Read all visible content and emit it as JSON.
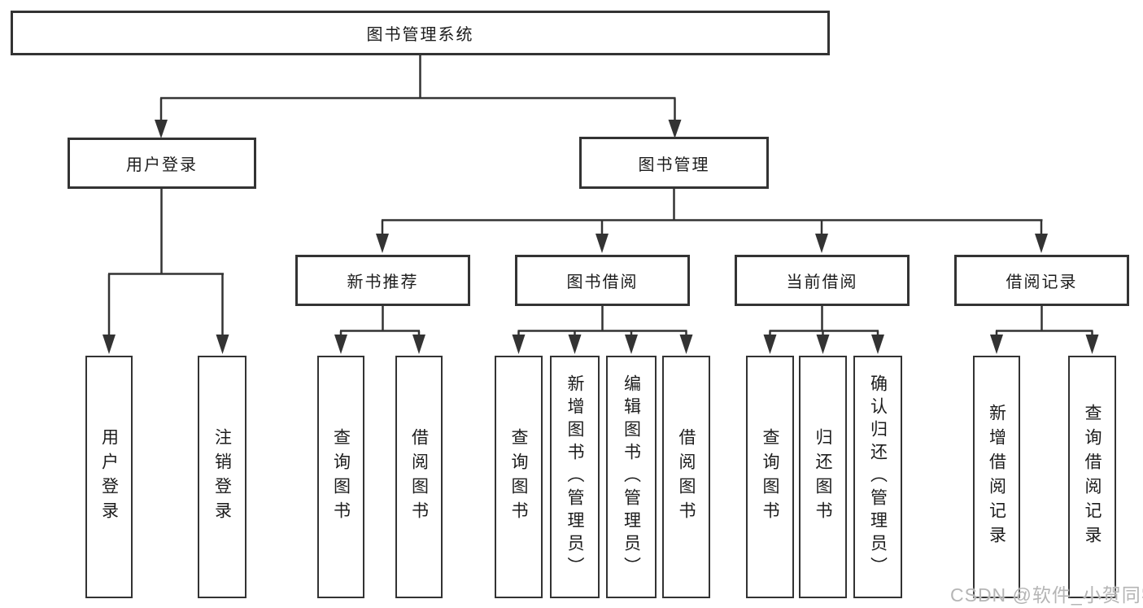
{
  "diagram": {
    "root": {
      "label": "图书管理系统"
    },
    "branches": [
      {
        "label": "用户登录",
        "children": [
          {
            "label": "用户登录"
          },
          {
            "label": "注销登录"
          }
        ]
      },
      {
        "label": "图书管理",
        "children": [
          {
            "label": "新书推荐",
            "children": [
              {
                "label": "查询图书"
              },
              {
                "label": "借阅图书"
              }
            ]
          },
          {
            "label": "图书借阅",
            "children": [
              {
                "label": "查询图书"
              },
              {
                "label": "新增图书（管理员）"
              },
              {
                "label": "编辑图书（管理员）"
              },
              {
                "label": "借阅图书"
              }
            ]
          },
          {
            "label": "当前借阅",
            "children": [
              {
                "label": "查询图书"
              },
              {
                "label": "归还图书"
              },
              {
                "label": "确认归还（管理员）"
              }
            ]
          },
          {
            "label": "借阅记录",
            "children": [
              {
                "label": "新增借阅记录"
              },
              {
                "label": "查询借阅记录"
              }
            ]
          }
        ]
      }
    ]
  },
  "watermark": {
    "text": "CSDN @软件_小贺同学"
  },
  "colors": {
    "line": "#333333",
    "text": "#1c1c1c",
    "background": "#ffffff",
    "watermark": "#b5b5b5"
  }
}
